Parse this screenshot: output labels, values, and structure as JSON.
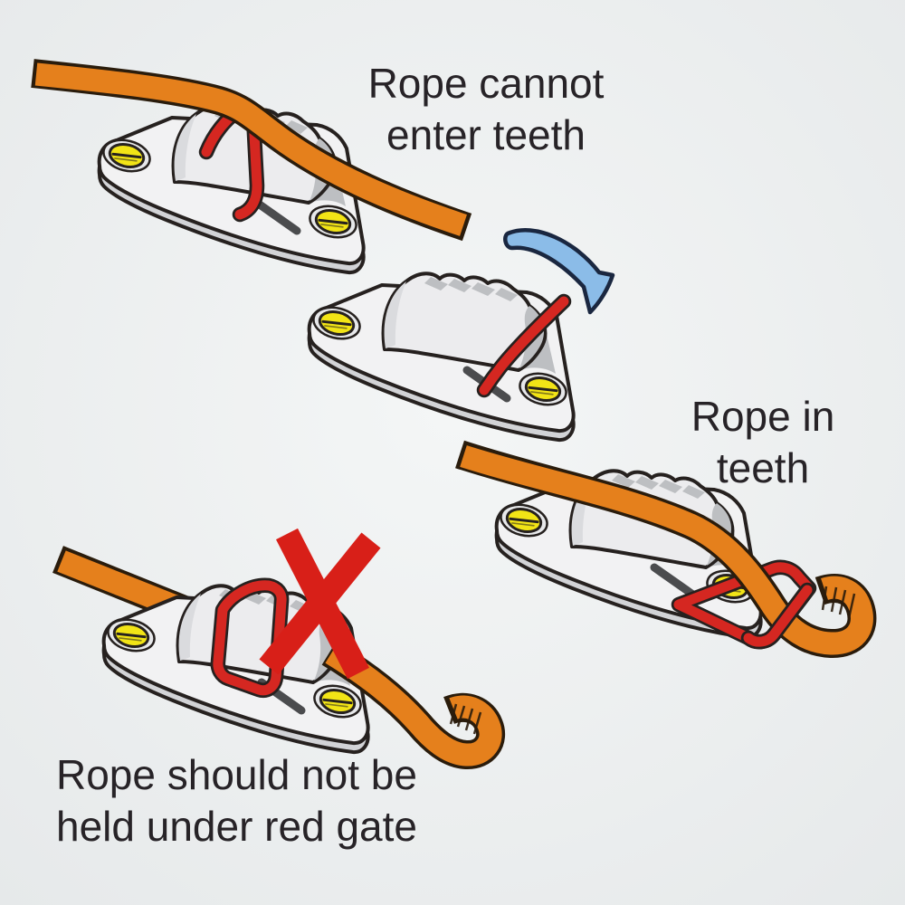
{
  "labels": {
    "top": {
      "line1": "Rope cannot",
      "line2": "enter teeth"
    },
    "right": {
      "line1": "Rope in",
      "line2": "teeth"
    },
    "bottom": {
      "line1": "Rope should not be",
      "line2": "held under red gate"
    }
  },
  "figures": [
    {
      "id": "cleat-rope-over-gate"
    },
    {
      "id": "cleat-gate-open"
    },
    {
      "id": "cleat-rope-in-teeth"
    },
    {
      "id": "cleat-rope-under-gate-crossed-out"
    }
  ],
  "icons": {
    "transition_arrow": "curved-blue-arrow",
    "prohibition": "red-cross"
  },
  "colors": {
    "background_center": "#f4f6f6",
    "background_edge": "#e6e9ea",
    "rope_orange": "#e5801c",
    "rope_outline": "#2a1c0c",
    "gate_red": "#d52721",
    "cross_red": "#d81f18",
    "screw_yellow": "#f2e416",
    "cleat_face": "#f2f2f3",
    "cleat_body": "#ececee",
    "cleat_side": "#d2d3d6",
    "cleat_shade": "#bdbfc2",
    "cleat_soft": "#dadbde",
    "slot_dark": "#4b4c4e",
    "outline_dark": "#26211f",
    "arrow_blue": "#8bbce8",
    "arrow_outline": "#1a2740",
    "text": "#272327"
  }
}
